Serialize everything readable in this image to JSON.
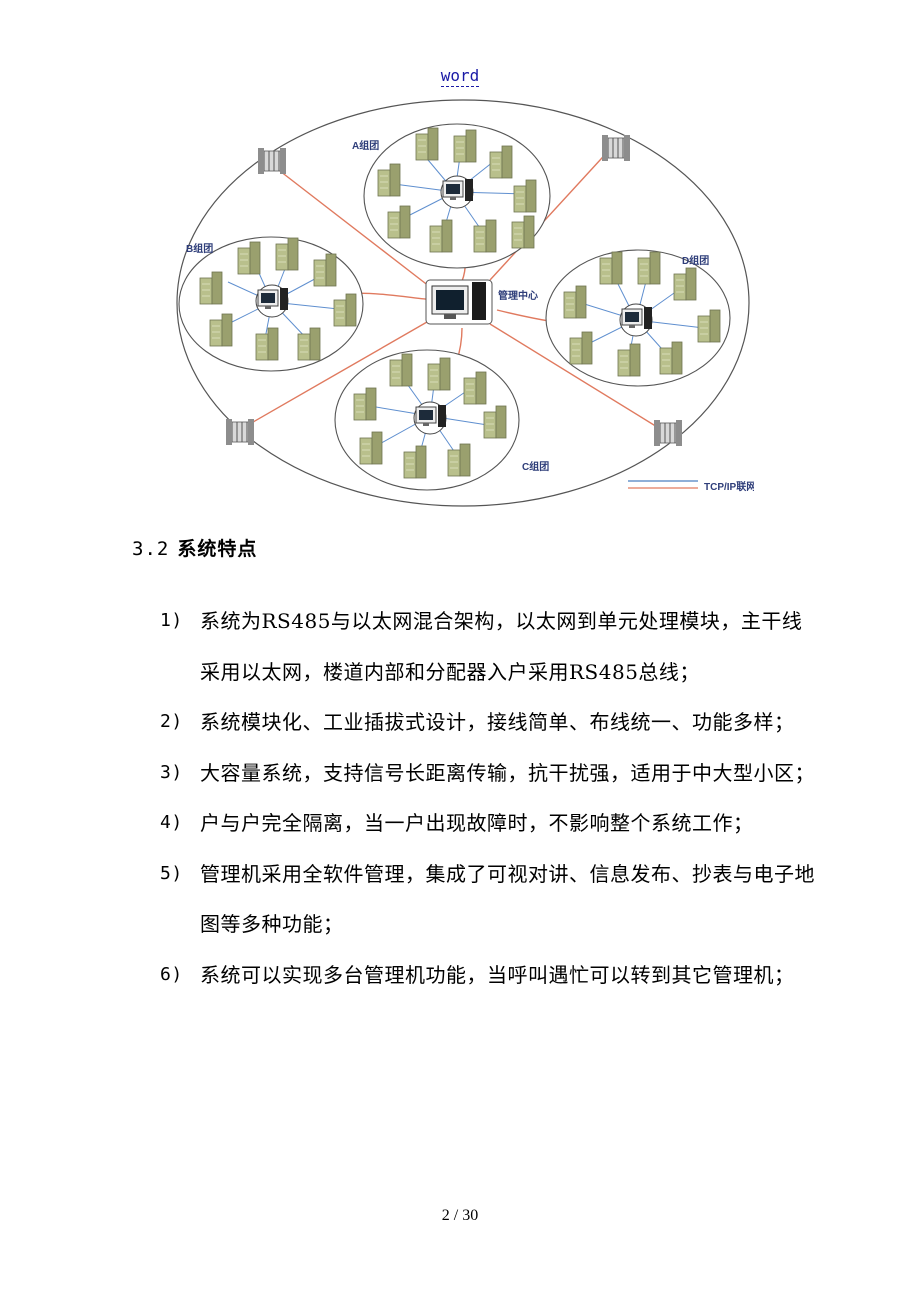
{
  "header": {
    "link_text": "word"
  },
  "diagram": {
    "groups": [
      {
        "id": "A",
        "label": "A组团"
      },
      {
        "id": "B",
        "label": "B组团"
      },
      {
        "id": "C",
        "label": "C组团"
      },
      {
        "id": "D",
        "label": "D组团"
      }
    ],
    "center_label": "管理中心",
    "legend_label": "TCP/IP联网线",
    "colors": {
      "tcpip_line": "#e07a5f",
      "legend_blue": "#4a7fc1",
      "building": "#b9c08c",
      "link": "#5f8fcf"
    }
  },
  "section": {
    "number": "3.2",
    "title": "系统特点"
  },
  "items": [
    {
      "marker": "1)",
      "text": "系统为RS485与以太网混合架构，以太网到单元处理模块，主干线采用以太网，楼道内部和分配器入户采用RS485总线；"
    },
    {
      "marker": "2)",
      "text": "系统模块化、工业插拔式设计，接线简单、布线统一、功能多样；"
    },
    {
      "marker": "3)",
      "text": "大容量系统，支持信号长距离传输，抗干扰强，适用于中大型小区；"
    },
    {
      "marker": "4)",
      "text": "户与户完全隔离，当一户出现故障时，不影响整个系统工作；"
    },
    {
      "marker": "5)",
      "text": "管理机采用全软件管理，集成了可视对讲、信息发布、抄表与电子地图等多种功能；"
    },
    {
      "marker": "6)",
      "text": "系统可以实现多台管理机功能，当呼叫遇忙可以转到其它管理机；"
    }
  ],
  "footer": {
    "page": "2 / 30"
  }
}
